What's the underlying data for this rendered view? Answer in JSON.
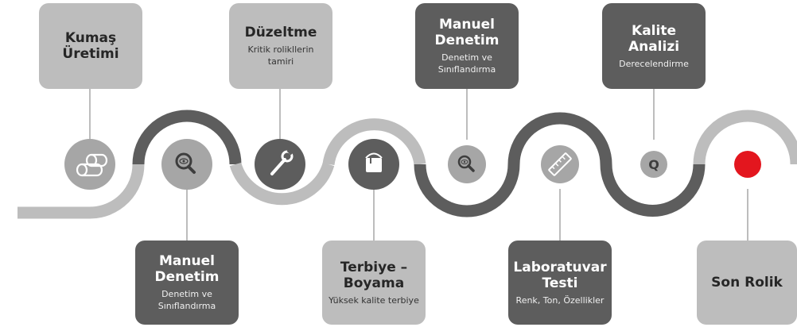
{
  "colors": {
    "light_gray": "#bdbdbd",
    "dark_gray": "#5d5d5d",
    "circle_gray": "#a6a6a6",
    "accent_red": "#e3161e"
  },
  "steps": [
    {
      "title": "Kumaş Üretimi",
      "subtitle": "",
      "icon": "fabric-rolls-icon"
    },
    {
      "title": "Manuel Denetim",
      "subtitle": "Denetim ve Sınıflandırma",
      "icon": "magnifier-eye-icon"
    },
    {
      "title": "Düzeltme",
      "subtitle": "Kritik rolikllerin tamiri",
      "icon": "wrench-icon"
    },
    {
      "title": "Terbiye – Boyama",
      "subtitle": "Yüksek kalite terbiye",
      "icon": "paint-bucket-icon"
    },
    {
      "title": "Manuel Denetim",
      "subtitle": "Denetim ve Sınıflandırma",
      "icon": "magnifier-eye-icon"
    },
    {
      "title": "Laboratuvar Testi",
      "subtitle": "Renk, Ton, Özellikler",
      "icon": "ruler-icon"
    },
    {
      "title": "Kalite Analizi",
      "subtitle": "Derecelendirme",
      "icon": "q-letter-icon"
    },
    {
      "title": "Son Rolik",
      "subtitle": "",
      "icon": "red-dot-icon"
    }
  ]
}
